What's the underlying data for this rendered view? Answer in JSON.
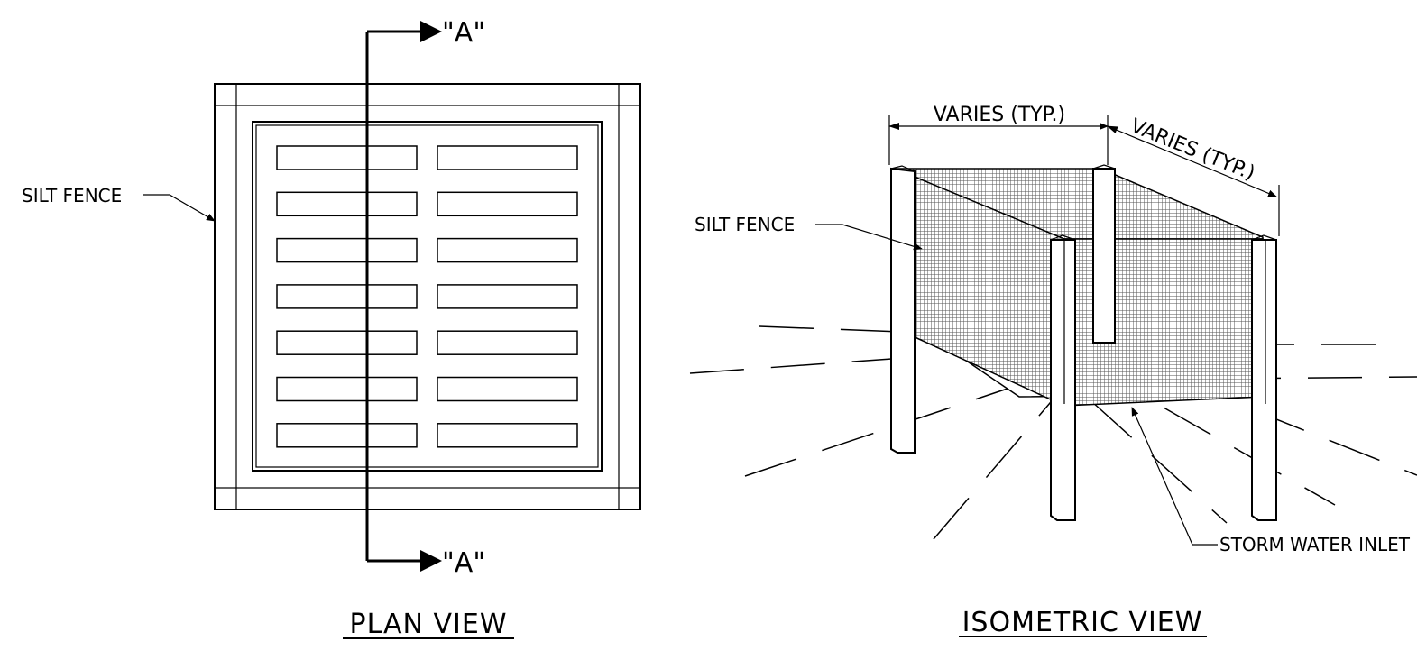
{
  "plan": {
    "section_top": "\"A\"",
    "section_bottom": "\"A\"",
    "silt_fence_label": "SILT FENCE",
    "title": "PLAN VIEW",
    "grate_slot_rows": 7,
    "grate_slot_columns": 2
  },
  "isometric": {
    "dim_left": "VARIES (TYP.)",
    "dim_right": "VARIES (TYP.)",
    "silt_fence_label": "SILT FENCE",
    "inlet_label": "STORM WATER INLET",
    "title": "ISOMETRIC VIEW"
  }
}
